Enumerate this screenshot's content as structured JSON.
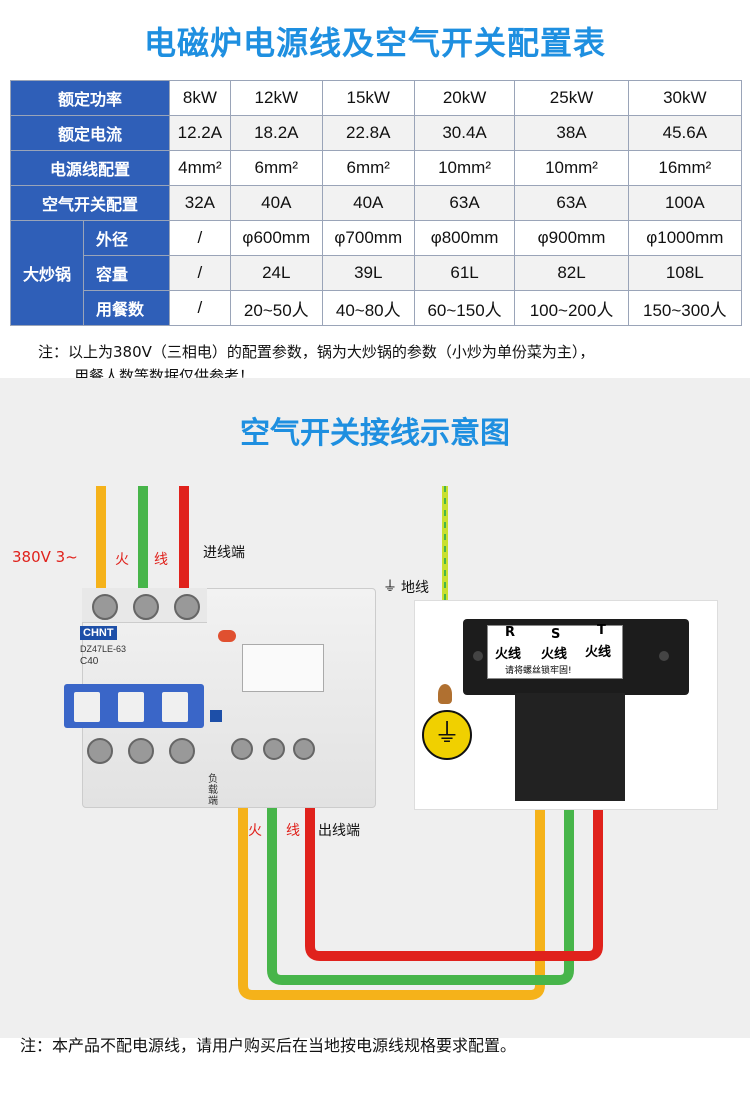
{
  "title_main": "电磁炉电源线及空气开关配置表",
  "table": {
    "rows": [
      {
        "label": "额定功率",
        "values": [
          "8kW",
          "12kW",
          "15kW",
          "20kW",
          "25kW",
          "30kW"
        ]
      },
      {
        "label": "额定电流",
        "values": [
          "12.2A",
          "18.2A",
          "22.8A",
          "30.4A",
          "38A",
          "45.6A"
        ]
      },
      {
        "label": "电源线配置",
        "values": [
          "4mm²",
          "6mm²",
          "6mm²",
          "10mm²",
          "10mm²",
          "16mm²"
        ]
      },
      {
        "label": "空气开关配置",
        "values": [
          "32A",
          "40A",
          "40A",
          "63A",
          "63A",
          "100A"
        ]
      }
    ],
    "group_label": "大炒锅",
    "group_rows": [
      {
        "label": "外径",
        "values": [
          "/",
          "φ600mm",
          "φ700mm",
          "φ800mm",
          "φ900mm",
          "φ1000mm"
        ]
      },
      {
        "label": "容量",
        "values": [
          "/",
          "24L",
          "39L",
          "61L",
          "82L",
          "108L"
        ]
      },
      {
        "label": "用餐数",
        "values": [
          "/",
          "20~50人",
          "40~80人",
          "60~150人",
          "100~200人",
          "150~300人"
        ]
      }
    ]
  },
  "note_line1": "注：以上为380V（三相电）的配置参数，锅为大炒锅的参数（小炒为单份菜为主），",
  "note_line2": "用餐人数等数据仅供参考！",
  "title_diagram": "空气开关接线示意图",
  "labels": {
    "voltage": "380V 3~",
    "fire": "火",
    "line": "线",
    "inlet": "进线端",
    "ground": "地线",
    "outlet": "出线端",
    "load_end": "负载端"
  },
  "breaker": {
    "brand": "CHNT",
    "model": "DZ47LE-63",
    "rating": "C40"
  },
  "terminal_box": {
    "phases": [
      "R",
      "S",
      "T"
    ],
    "phase_label": "火线",
    "warning": "请将螺丝锁牢固!"
  },
  "note_bottom": "注：本产品不配电源线，请用户购买后在当地按电源线规格要求配置。",
  "colors": {
    "blue_header": "#2f5fb8",
    "title_blue": "#1e8fe0",
    "wire_yellow": "#f5b21a",
    "wire_green": "#47b54a",
    "wire_red": "#e0221c"
  }
}
